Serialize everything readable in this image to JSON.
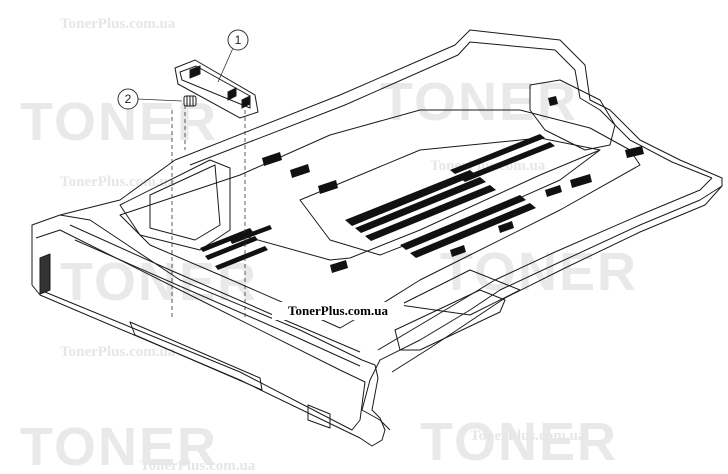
{
  "diagram": {
    "callouts": [
      {
        "number": "1",
        "part": "guide-bracket"
      },
      {
        "number": "2",
        "part": "spring"
      }
    ],
    "caption": "TonerPlus.com.ua",
    "watermark": {
      "brand": "TONER",
      "site": "TonerPlus.com.ua"
    },
    "colors": {
      "line": "#1a1a1a",
      "fill_dark": "#111111",
      "watermark": "#e8e8e8",
      "background": "#ffffff"
    }
  }
}
